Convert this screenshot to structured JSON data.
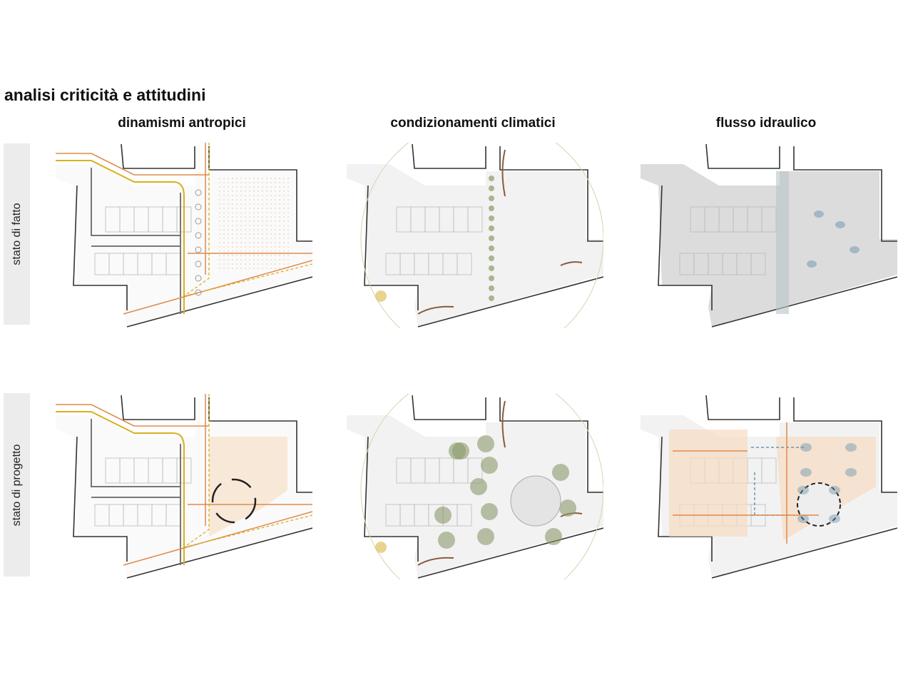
{
  "title": "analisi criticità e attitudini",
  "columns": [
    "dinamismi antropici",
    "condizionamenti climatici",
    "flusso idraulico"
  ],
  "rows": [
    "stato di fatto",
    "stato di progetto"
  ],
  "colors": {
    "orange": "#e08a4a",
    "yellow": "#d8b020",
    "gray": "#777777",
    "green": "#8a9a6a",
    "blue": "#6a94ac",
    "peach": "#f6dcc2",
    "site": "#dedede"
  }
}
